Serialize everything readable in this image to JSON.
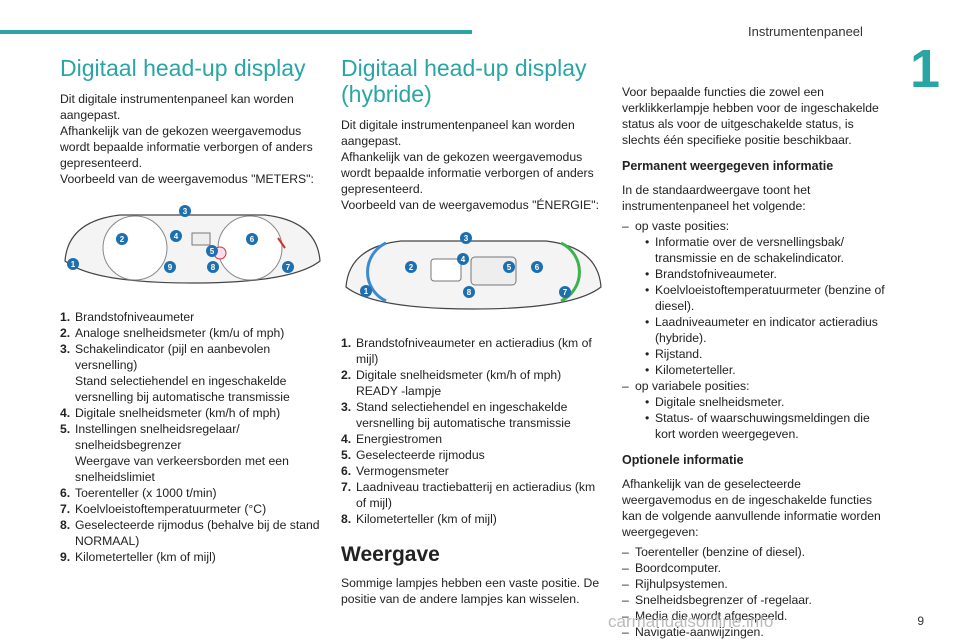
{
  "header": {
    "title": "Instrumentenpaneel",
    "chapter": "1",
    "accent": "#2aa5a5"
  },
  "col1": {
    "title": "Digitaal head-up display",
    "intro": [
      "Dit digitale instrumentenpaneel kan worden aangepast.",
      "Afhankelijk van de gekozen weergavemodus wordt bepaalde informatie verborgen of anders gepresenteerd.",
      "Voorbeeld van de weergavemodus \"METERS\":"
    ],
    "figure_labels": [
      "1",
      "2",
      "3",
      "4",
      "5",
      "6",
      "7",
      "8",
      "9"
    ],
    "legend": [
      {
        "n": "1.",
        "lines": [
          "Brandstofniveaumeter"
        ]
      },
      {
        "n": "2.",
        "lines": [
          "Analoge snelheidsmeter (km/u of mph)"
        ]
      },
      {
        "n": "3.",
        "lines": [
          "Schakelindicator (pijl en aanbevolen versnelling)",
          "Stand selectiehendel en ingeschakelde versnelling bij automatische transmissie"
        ]
      },
      {
        "n": "4.",
        "lines": [
          "Digitale snelheidsmeter (km/h of mph)"
        ]
      },
      {
        "n": "5.",
        "lines": [
          "Instellingen snelheidsregelaar/ snelheidsbegrenzer",
          "Weergave van verkeersborden met een snelheidslimiet"
        ]
      },
      {
        "n": "6.",
        "lines": [
          "Toerenteller (x 1000 t/min)"
        ]
      },
      {
        "n": "7.",
        "lines": [
          "Koelvloeistoftemperatuurmeter (°C)"
        ]
      },
      {
        "n": "8.",
        "lines": [
          "Geselecteerde rijmodus (behalve bij de stand NORMAAL)"
        ]
      },
      {
        "n": "9.",
        "lines": [
          "Kilometerteller (km of mijl)"
        ]
      }
    ]
  },
  "col2": {
    "title": "Digitaal head-up display (hybride)",
    "intro": [
      "Dit digitale instrumentenpaneel kan worden aangepast.",
      "Afhankelijk van de gekozen weergavemodus wordt bepaalde informatie verborgen of anders gepresenteerd.",
      "Voorbeeld van de weergavemodus \"ÉNERGIE\":"
    ],
    "figure_labels": [
      "1",
      "2",
      "3",
      "4",
      "5",
      "6",
      "7",
      "8"
    ],
    "legend": [
      {
        "n": "1.",
        "lines": [
          "Brandstofniveaumeter en actieradius (km of mijl)"
        ]
      },
      {
        "n": "2.",
        "lines": [
          "Digitale snelheidsmeter (km/h of mph)",
          "READY -lampje"
        ]
      },
      {
        "n": "3.",
        "lines": [
          "Stand selectiehendel en ingeschakelde versnelling bij automatische transmissie"
        ]
      },
      {
        "n": "4.",
        "lines": [
          "Energiestromen"
        ]
      },
      {
        "n": "5.",
        "lines": [
          "Geselecteerde rijmodus"
        ]
      },
      {
        "n": "6.",
        "lines": [
          "Vermogensmeter"
        ]
      },
      {
        "n": "7.",
        "lines": [
          "Laadniveau tractiebatterij en actieradius (km of mijl)"
        ]
      },
      {
        "n": "8.",
        "lines": [
          "Kilometerteller (km of mijl)"
        ]
      }
    ],
    "weergave_title": "Weergave",
    "weergave_text": "Sommige lampjes hebben een vaste positie. De positie van de andere lampjes kan wisselen."
  },
  "col3": {
    "intro": "Voor bepaalde functies die zowel een verklikkerlampje hebben voor de ingeschakelde status als voor de uitgeschakelde status, is slechts één specifieke positie beschikbaar.",
    "permanent_title": "Permanent weergegeven informatie",
    "permanent_intro": "In de standaardweergave toont het instrumentenpaneel het volgende:",
    "fixed_label": "op vaste posities:",
    "fixed_items": [
      "Informatie over de versnellingsbak/ transmissie en de schakelindicator.",
      "Brandstofniveaumeter.",
      "Koelvloeistoftemperatuurmeter (benzine of diesel).",
      "Laadniveaumeter en indicator actieradius (hybride).",
      "Rijstand.",
      "Kilometerteller."
    ],
    "variable_label": "op variabele posities:",
    "variable_items": [
      "Digitale snelheidsmeter.",
      "Status- of waarschuwingsmeldingen die kort worden weergegeven."
    ],
    "optional_title": "Optionele informatie",
    "optional_intro": "Afhankelijk van de geselecteerde weergavemodus en de ingeschakelde functies kan de volgende aanvullende informatie worden weergegeven:",
    "optional_items": [
      "Toerenteller (benzine of diesel).",
      "Boordcomputer.",
      "Rijhulpsystemen.",
      "Snelheidsbegrenzer of -regelaar.",
      "Media die wordt afgespeeld.",
      "Navigatie-aanwijzingen."
    ]
  },
  "footer": {
    "page": "9",
    "watermark": "carmanualsonline.info"
  }
}
